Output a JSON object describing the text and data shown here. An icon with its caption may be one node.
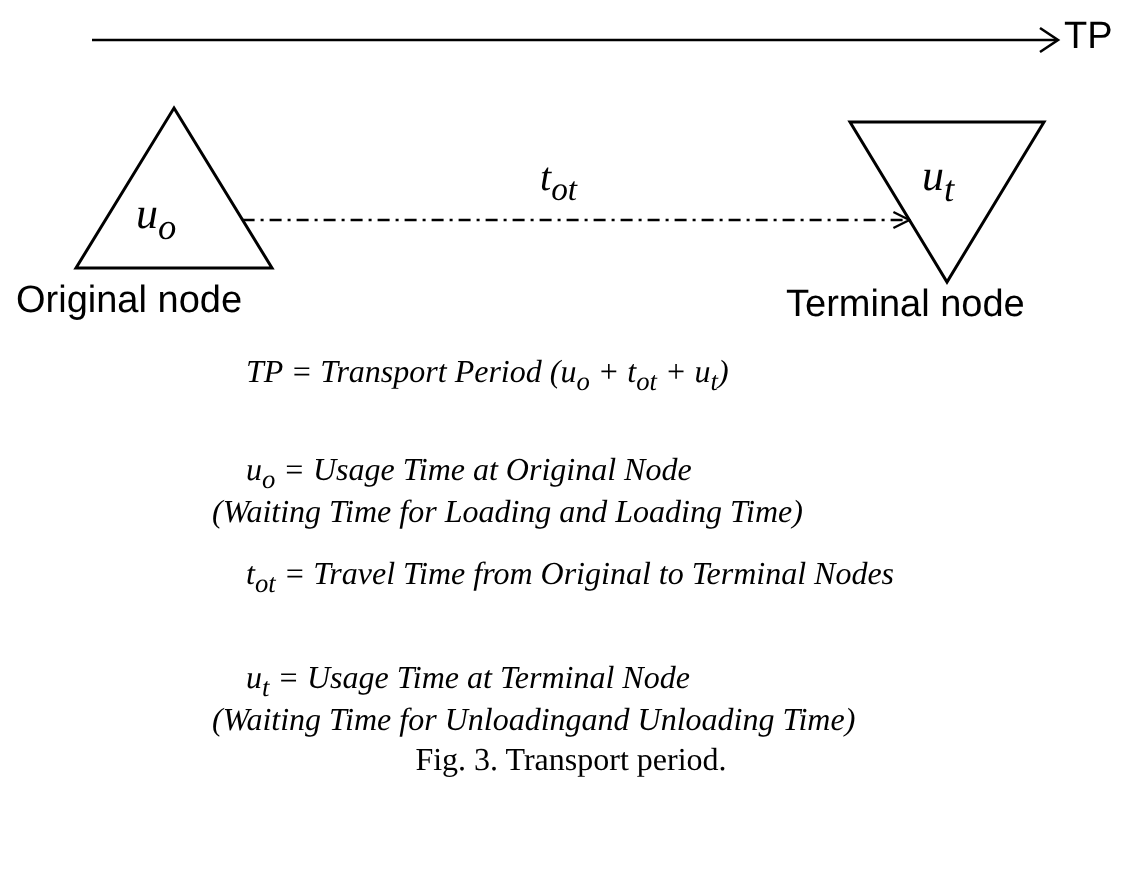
{
  "diagram": {
    "caption": "Fig. 3. Transport period.",
    "nodes": [
      {
        "text": [
          "u$_{o}$"
        ],
        "beside": [
          "Original node"
        ]
      },
      {
        "text": [
          "u$_{t}$"
        ],
        "beside": [
          "Terminal node"
        ]
      }
    ],
    "edges": [
      {
        "from": 0,
        "to": 1,
        "arrow": "to",
        "label": "t$_{ot}$",
        "style": "dashed"
      }
    ],
    "labels": [
      "TP",
      "TP = Transport Period (u$_{o}$ + t$_{ot}$ + u$_{t}$)",
      "u$_{o}$ = Usage Time at Original Node",
      "(Waiting Time for Loading and Loading Time)",
      "t$_{ot}$ = Travel Time from Original to Terminal Nodes",
      "u$_{t}$ = Usage Time at Terminal Node",
      "(Waiting Time for Unloadingand Unloading Time)"
    ]
  }
}
